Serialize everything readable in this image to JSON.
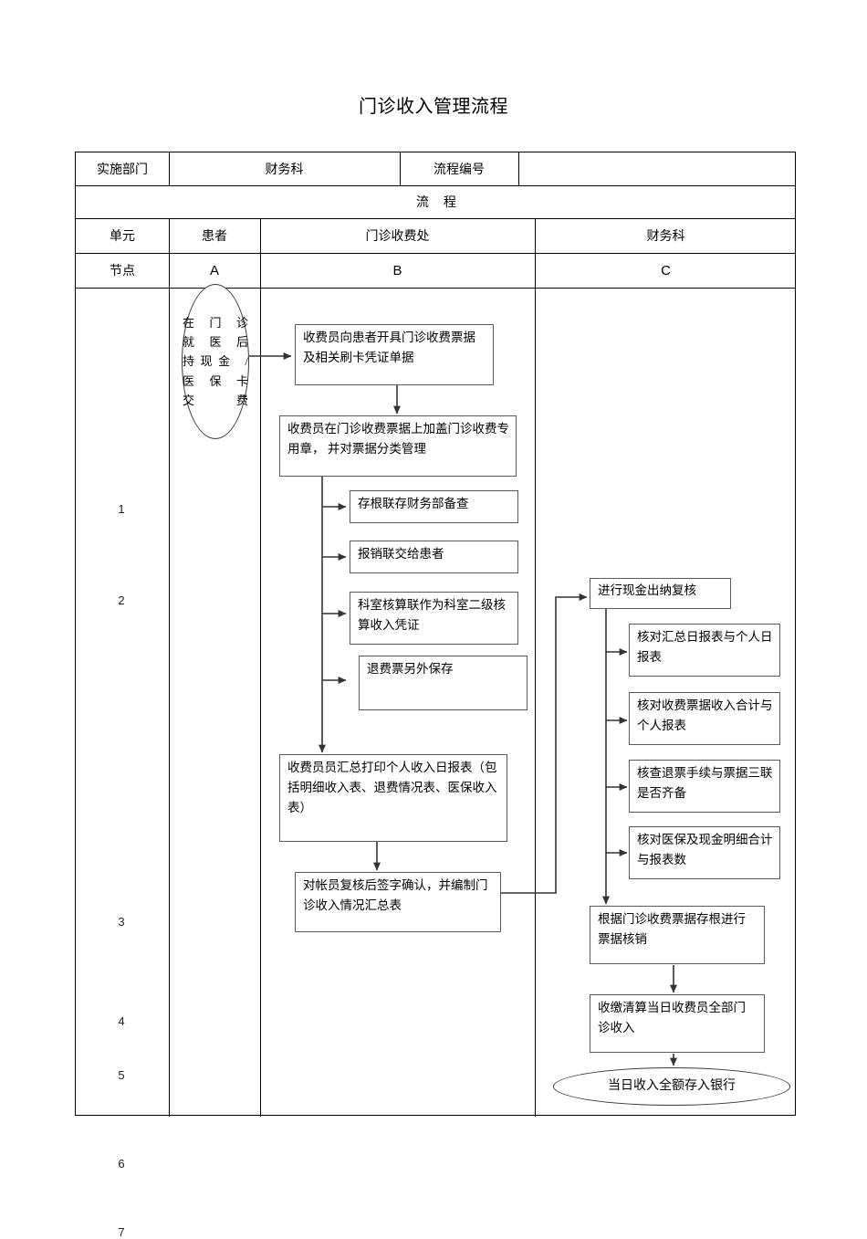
{
  "title": "门诊收入管理流程",
  "header": {
    "rows": [
      {
        "label": "实施部门",
        "value": "财务科",
        "label2": "流程编号",
        "value2": ""
      },
      {
        "banner": "流        程"
      },
      {
        "label": "单元",
        "a": "患者",
        "b": "门诊收费处",
        "c": "财务科"
      },
      {
        "label": "节点",
        "a": "A",
        "b": "B",
        "c": "C"
      }
    ],
    "col_unit": "单元",
    "col_node": "节点",
    "dept_label": "实施部门",
    "dept_value": "财务科",
    "code_label": "流程编号",
    "code_value": "",
    "process_banner": "流        程",
    "unit_patient": "患者",
    "unit_outpatient": "门诊收费处",
    "unit_finance": "财务科",
    "node_a": "A",
    "node_b": "B",
    "node_c": "C"
  },
  "row_numbers": [
    "1",
    "2",
    "3",
    "4",
    "5",
    "6",
    "7"
  ],
  "nodes": {
    "start": "在门诊就医后持现金 / 医保卡交费",
    "start_lines": [
      "在 门 诊",
      "就 医 后",
      "持现金 /",
      "医 保 卡",
      "交费"
    ],
    "b1": "收费员向患者开具门诊收费票据及相关刷卡凭证单据",
    "b2": "收费员在门诊收费票据上加盖门诊收费专用章，  并对票据分类管理",
    "b2a": "存根联存财务部备查",
    "b2b": "报销联交给患者",
    "b2c": "科室核算联作为科室二级核算收入凭证",
    "b2d": "退费票另外保存",
    "b3": "收费员员汇总打印个人收入日报表（包括明细收入表、退费情况表、医保收入表）",
    "b4": "对帐员复核后签字确认，并编制门诊收入情况汇总表",
    "c1": "进行现金出纳复核",
    "c1a": "核对汇总日报表与个人日报表",
    "c1b": "核对收费票据收入合计与个人报表",
    "c1c": "核查退票手续与票据三联是否齐备",
    "c1d": "核对医保及现金明细合计与报表数",
    "c2": "根据门诊收费票据存根进行票据核销",
    "c3": "收缴清算当日收费员全部门诊收入",
    "c4": "当日收入全额存入银行"
  },
  "colors": {
    "page_background": "#ffffff",
    "line": "#000000",
    "node_border": "#5a5a5a",
    "connector": "#333333",
    "text": "#000000"
  }
}
